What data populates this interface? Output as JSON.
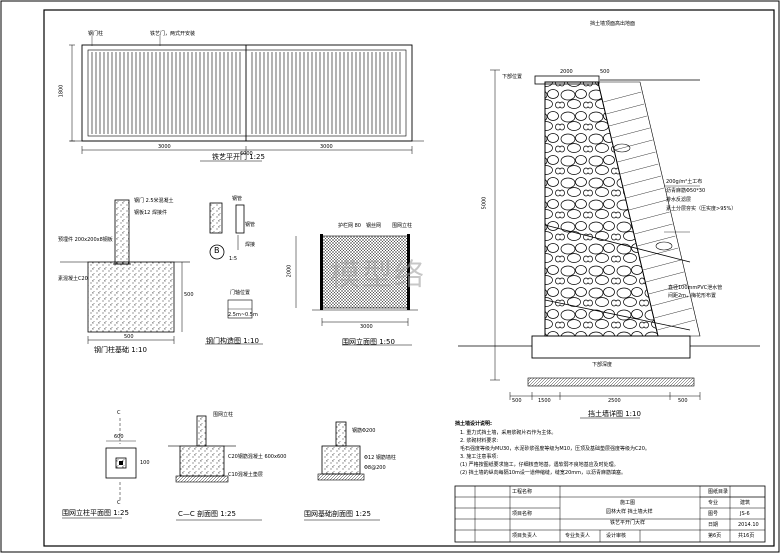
{
  "gate": {
    "top_note": "铁艺门，两式开安装",
    "post_label": "钢门柱",
    "dim_width": "6000",
    "dim_half_left": "3000",
    "dim_half_right": "3000",
    "dim_height": "1800",
    "caption": "铁艺平开门 1:25"
  },
  "foundation": {
    "notes": [
      "钢门 2.5米混凝土",
      "钢板12 焊接件"
    ],
    "left_notes": [
      "预埋件 200x200x8钢板",
      "素混凝土C20"
    ],
    "dim_width": "500",
    "dim_height": "500",
    "caption": "钢门柱基础 1:10"
  },
  "detail_b": {
    "notes": [
      "钢管",
      "钢管",
      "焊接"
    ],
    "marker": "B",
    "scale": "1:5",
    "hinge_label": "门轴位置",
    "hinge_note": "2.5m~0.5m",
    "caption": "钢门构造图 1:10"
  },
  "fence_elev": {
    "notes": [
      "护栏网 80",
      "钢丝网",
      "围网立柱"
    ],
    "dim_width": "3000",
    "dim_height": "2000",
    "caption": "围网立面图 1:50"
  },
  "wall": {
    "top_note": "挡土墙顶面高出地面",
    "top_dims": [
      "2000",
      "500"
    ],
    "elev_top": "下部位置",
    "height_dim": "5000",
    "notes": [
      "200g/m²土工布",
      "沥青麻筋Φ50*30",
      "排水反滤层",
      "素土分层夯实（压实度>95%）"
    ],
    "pipe_notes": [
      "直径100mmPVC泄水管",
      "间距2m，梅花形布置"
    ],
    "bottom_note": "下部深度",
    "bottom_dims": [
      "500",
      "1500",
      "2500",
      "500"
    ],
    "caption": "挡土墙详图 1:10"
  },
  "post_plan": {
    "section_marks": [
      "C",
      "C"
    ],
    "dims": [
      "600",
      "100"
    ],
    "caption": "围网立柱平面图 1:25"
  },
  "section_cc": {
    "notes": [
      "围网立柱",
      "C20钢筋混凝土 600x600",
      "C10混凝土垫层"
    ],
    "caption": "C—C 剖面图 1:25"
  },
  "base_detail": {
    "notes": [
      "钢筋Φ200",
      "Φ12 钢筋墙柱",
      "Φ8@200"
    ],
    "caption": "围网基础剖面图 1:25"
  },
  "design_notes": {
    "heading": "挡土墙设计说明:",
    "items": [
      "1. 重力式挡土墙，采用浆砌片石作为主体。",
      "2. 浆砌材料要求:",
      "   毛石强度等级为MU30，水泥砂浆强度等级为M10，压顶及基础垫层强度等级为C20。",
      "3. 施工注意事项:",
      "  (1) 严格按图纸要求施工，仔细核查地基，遇软弱不良地基应及时处理。",
      "  (2) 挡土墙的纵向每隔10m设一道伸缩缝，缝宽20mm，以沥青麻筋填塞。"
    ]
  },
  "title_block": {
    "rows": [
      [
        "",
        "工程名称",
        "",
        ""
      ],
      [
        "",
        "项目名称",
        "",
        ""
      ],
      [
        "",
        "",
        "",
        ""
      ],
      [
        "",
        "",
        "",
        ""
      ],
      [
        "",
        "项目负责人",
        "专业负责人",
        "设计审核"
      ]
    ],
    "drawing_title": "施工图",
    "drawing_sub": [
      "园林大样  挡土墙大样",
      "铁艺平开门大样"
    ],
    "right_fields": [
      {
        "k": "图纸目录",
        "v": ""
      },
      {
        "k": "专业",
        "v": "建筑"
      },
      {
        "k": "图号",
        "v": "JS-6"
      },
      {
        "k": "日期",
        "v": "2014.10"
      },
      {
        "k": "第6页",
        "v": "共16页"
      }
    ]
  },
  "watermark": "模型络"
}
